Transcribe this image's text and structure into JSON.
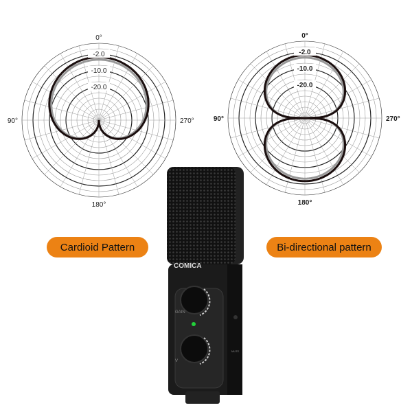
{
  "diagrams": [
    {
      "pattern": "cardioid",
      "angle_labels": {
        "top": "0°",
        "left": "90°",
        "right": "270°",
        "bottom": "180°"
      },
      "ring_labels": [
        "-2.0",
        "-10.0",
        "-20.0"
      ],
      "caption": "Cardioid  Pattern"
    },
    {
      "pattern": "figure-8",
      "angle_labels": {
        "top": "0°",
        "left": "90°",
        "right": "270°",
        "bottom": "180°"
      },
      "ring_labels": [
        "-2.0",
        "-10.0",
        "-20.0"
      ],
      "caption": "Bi-directional pattern"
    }
  ],
  "product": {
    "brand": "COMICA",
    "gain_label": "GAIN",
    "vol_label": "V",
    "mute_label": "MUTE"
  },
  "colors": {
    "pill": "#ec8214",
    "led": "#22d13a",
    "body": "#1b1b1b"
  }
}
